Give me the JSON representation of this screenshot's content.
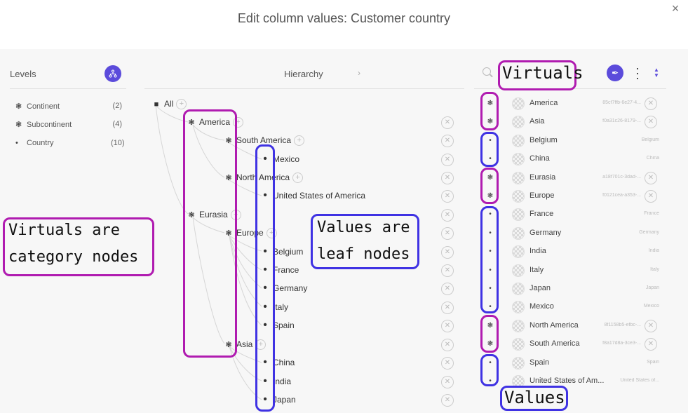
{
  "dialog": {
    "title": "Edit column values: Customer country",
    "close_icon": "×"
  },
  "levels": {
    "title": "Levels",
    "items": [
      {
        "label": "Continent",
        "count": "(2)",
        "icon": "virtual-icon"
      },
      {
        "label": "Subcontinent",
        "count": "(4)",
        "icon": "virtual-icon"
      },
      {
        "label": "Country",
        "count": "(10)",
        "icon": "dot-icon"
      }
    ]
  },
  "hierarchy": {
    "title": "Hierarchy",
    "chevron": "›",
    "nodes": [
      {
        "label": "All",
        "icon": "square-icon"
      },
      {
        "label": "America",
        "icon": "virtual-icon"
      },
      {
        "label": "South America",
        "icon": "virtual-icon"
      },
      {
        "label": "Mexico",
        "icon": "dot-icon"
      },
      {
        "label": "North America",
        "icon": "virtual-icon"
      },
      {
        "label": "United States of America",
        "icon": "dot-icon"
      },
      {
        "label": "Eurasia",
        "icon": "virtual-icon"
      },
      {
        "label": "Europe",
        "icon": "virtual-icon"
      },
      {
        "label": "Belgium",
        "icon": "dot-icon"
      },
      {
        "label": "France",
        "icon": "dot-icon"
      },
      {
        "label": "Germany",
        "icon": "dot-icon"
      },
      {
        "label": "Italy",
        "icon": "dot-icon"
      },
      {
        "label": "Spain",
        "icon": "dot-icon"
      },
      {
        "label": "Asia",
        "icon": "virtual-icon"
      },
      {
        "label": "China",
        "icon": "dot-icon"
      },
      {
        "label": "India",
        "icon": "dot-icon"
      },
      {
        "label": "Japan",
        "icon": "dot-icon"
      }
    ]
  },
  "values_list": {
    "rows": [
      {
        "name": "America",
        "id": "85cf7ffb-6e27-4...",
        "virtual": true
      },
      {
        "name": "Asia",
        "id": "f0a31c26-8179-...",
        "virtual": true
      },
      {
        "name": "Belgium",
        "id": "Belgium",
        "virtual": false
      },
      {
        "name": "China",
        "id": "China",
        "virtual": false
      },
      {
        "name": "Eurasia",
        "id": "a18f701c-3dad-...",
        "virtual": true
      },
      {
        "name": "Europe",
        "id": "f0121cea-a353-...",
        "virtual": true
      },
      {
        "name": "France",
        "id": "France",
        "virtual": false
      },
      {
        "name": "Germany",
        "id": "Germany",
        "virtual": false
      },
      {
        "name": "India",
        "id": "India",
        "virtual": false
      },
      {
        "name": "Italy",
        "id": "Italy",
        "virtual": false
      },
      {
        "name": "Japan",
        "id": "Japan",
        "virtual": false
      },
      {
        "name": "Mexico",
        "id": "Mexico",
        "virtual": false
      },
      {
        "name": "North America",
        "id": "8f1158b5-efbc-...",
        "virtual": true
      },
      {
        "name": "South America",
        "id": "f8a17d8a-3ce3-...",
        "virtual": true
      },
      {
        "name": "Spain",
        "id": "Spain",
        "virtual": false
      },
      {
        "name": "United States of Am...",
        "id": "United States of...",
        "virtual": false
      }
    ]
  },
  "annotations": {
    "virtuals": "Virtuals",
    "virtuals_are": "Virtuals are",
    "category_nodes": "category nodes",
    "values_are": "Values are",
    "leaf_nodes": "leaf nodes",
    "values": "Values"
  },
  "colors": {
    "accent": "#5b4bdb",
    "annotation_purple": "#b01bb0",
    "annotation_blue": "#3f32e3"
  }
}
